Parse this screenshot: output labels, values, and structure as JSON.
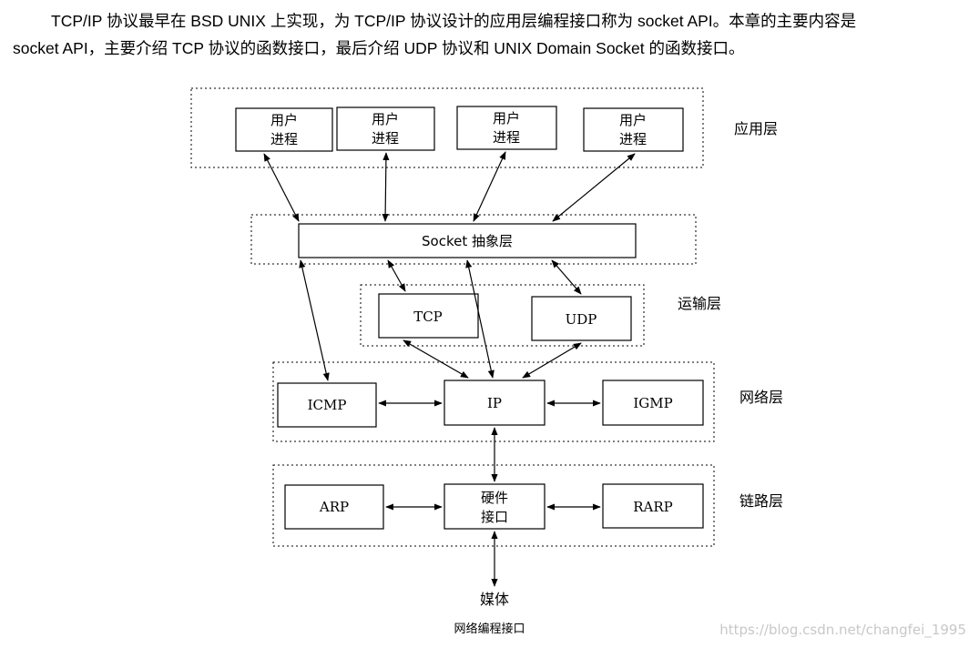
{
  "intro": {
    "line1": "TCP/IP 协议最早在 BSD UNIX 上实现，为 TCP/IP 协议设计的应用层编程接口称为 socket API。本章的主要内容是",
    "line2": "socket API，主要介绍 TCP 协议的函数接口，最后介绍 UDP 协议和 UNIX Domain Socket 的函数接口。"
  },
  "diagram": {
    "layers": {
      "application": "应用层",
      "transport": "运输层",
      "network": "网络层",
      "link": "链路层"
    },
    "user_process": {
      "line1": "用户",
      "line2": "进程"
    },
    "socket_layer": "Socket 抽象层",
    "tcp": "TCP",
    "udp": "UDP",
    "icmp": "ICMP",
    "ip": "IP",
    "igmp": "IGMP",
    "arp": "ARP",
    "hw_interface": {
      "line1": "硬件",
      "line2": "接口"
    },
    "rarp": "RARP",
    "medium": "媒体"
  },
  "caption": "网络编程接口",
  "watermark": "https://blog.csdn.net/changfei_1995"
}
